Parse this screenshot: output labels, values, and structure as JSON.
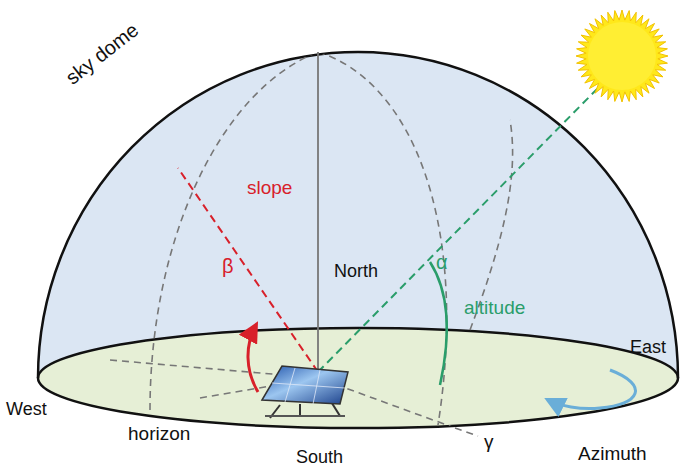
{
  "diagram": {
    "labels": [
      "sky dome",
      "slope",
      "β",
      "North",
      "α",
      "altitude",
      "West",
      "horizon",
      "East",
      "South",
      "Azimuth",
      "γ"
    ]
  }
}
